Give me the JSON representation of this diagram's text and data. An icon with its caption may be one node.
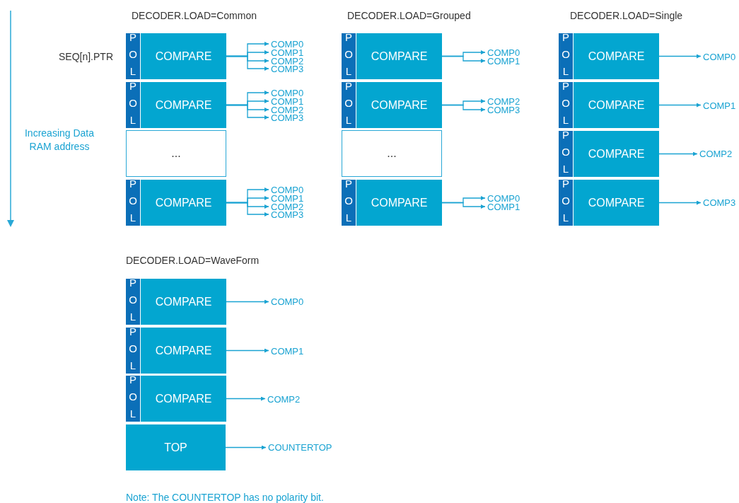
{
  "diagram": {
    "nodes": [
      {
        "text": [
          "POL"
        ]
      },
      {
        "text": [
          "COMPARE"
        ]
      },
      {
        "text": [
          "COMP0"
        ]
      },
      {
        "text": [
          "COMP1"
        ]
      },
      {
        "text": [
          "COMP2"
        ]
      },
      {
        "text": [
          "COMP3"
        ]
      },
      {
        "text": [
          "POL"
        ]
      },
      {
        "text": [
          "COMPARE"
        ]
      },
      {
        "text": [
          "COMP0"
        ]
      },
      {
        "text": [
          "COMP1"
        ]
      },
      {
        "text": [
          "COMP2"
        ]
      },
      {
        "text": [
          "COMP3"
        ]
      },
      {
        "text": [
          "..."
        ]
      },
      {
        "text": [
          "POL"
        ]
      },
      {
        "text": [
          "COMPARE"
        ]
      },
      {
        "text": [
          "COMP0"
        ]
      },
      {
        "text": [
          "COMP1"
        ]
      },
      {
        "text": [
          "COMP2"
        ]
      },
      {
        "text": [
          "COMP3"
        ]
      },
      {
        "text": [
          "POL"
        ]
      },
      {
        "text": [
          "COMPARE"
        ]
      },
      {
        "text": [
          "COMP0"
        ]
      },
      {
        "text": [
          "COMP1"
        ]
      },
      {
        "text": [
          "POL"
        ]
      },
      {
        "text": [
          "COMPARE"
        ]
      },
      {
        "text": [
          "COMP2"
        ]
      },
      {
        "text": [
          "COMP3"
        ]
      },
      {
        "text": [
          "..."
        ]
      },
      {
        "text": [
          "POL"
        ]
      },
      {
        "text": [
          "COMPARE"
        ]
      },
      {
        "text": [
          "COMP0"
        ]
      },
      {
        "text": [
          "COMP1"
        ]
      },
      {
        "text": [
          "POL"
        ]
      },
      {
        "text": [
          "COMPARE"
        ]
      },
      {
        "text": [
          "COMP0"
        ]
      },
      {
        "text": [
          "POL"
        ]
      },
      {
        "text": [
          "COMPARE"
        ]
      },
      {
        "text": [
          "COMP1"
        ]
      },
      {
        "text": [
          "POL"
        ]
      },
      {
        "text": [
          "COMPARE"
        ]
      },
      {
        "text": [
          "COMP2"
        ]
      },
      {
        "text": [
          "POL"
        ]
      },
      {
        "text": [
          "COMPARE"
        ]
      },
      {
        "text": [
          "COMP3"
        ]
      },
      {
        "text": [
          "POL"
        ]
      },
      {
        "text": [
          "COMPARE"
        ]
      },
      {
        "text": [
          "COMP0"
        ]
      },
      {
        "text": [
          "POL"
        ]
      },
      {
        "text": [
          "COMPARE"
        ]
      },
      {
        "text": [
          "COMP1"
        ]
      },
      {
        "text": [
          "POL"
        ]
      },
      {
        "text": [
          "COMPARE"
        ]
      },
      {
        "text": [
          "COMP2"
        ]
      },
      {
        "text": [
          "TOP"
        ]
      },
      {
        "text": [
          "COUNTERTOP"
        ]
      }
    ],
    "edges": [
      {
        "from": 1,
        "to": 2,
        "arrow": "to"
      },
      {
        "from": 1,
        "to": 3,
        "arrow": "to"
      },
      {
        "from": 1,
        "to": 4,
        "arrow": "to"
      },
      {
        "from": 1,
        "to": 5,
        "arrow": "to"
      },
      {
        "from": 7,
        "to": 8,
        "arrow": "to"
      },
      {
        "from": 7,
        "to": 9,
        "arrow": "to"
      },
      {
        "from": 7,
        "to": 10,
        "arrow": "to"
      },
      {
        "from": 7,
        "to": 11,
        "arrow": "to"
      },
      {
        "from": 14,
        "to": 15,
        "arrow": "to"
      },
      {
        "from": 14,
        "to": 16,
        "arrow": "to"
      },
      {
        "from": 14,
        "to": 17,
        "arrow": "to"
      },
      {
        "from": 14,
        "to": 18,
        "arrow": "to"
      },
      {
        "from": 20,
        "to": 21,
        "arrow": "to"
      },
      {
        "from": 20,
        "to": 22,
        "arrow": "to"
      },
      {
        "from": 24,
        "to": 25,
        "arrow": "to"
      },
      {
        "from": 24,
        "to": 26,
        "arrow": "to"
      },
      {
        "from": 29,
        "to": 30,
        "arrow": "to"
      },
      {
        "from": 29,
        "to": 31,
        "arrow": "to"
      },
      {
        "from": 33,
        "to": 34,
        "arrow": "to"
      },
      {
        "from": 36,
        "to": 37,
        "arrow": "to"
      },
      {
        "from": 39,
        "to": 40,
        "arrow": "to"
      },
      {
        "from": 42,
        "to": 43,
        "arrow": "to"
      },
      {
        "from": 45,
        "to": 46,
        "arrow": "to"
      },
      {
        "from": 48,
        "to": 49,
        "arrow": "to"
      },
      {
        "from": 51,
        "to": 52,
        "arrow": "to"
      },
      {
        "from": 53,
        "to": 54,
        "arrow": "to"
      }
    ],
    "labels": [
      "DECODER.LOAD=Common",
      "DECODER.LOAD=Grouped",
      "DECODER.LOAD=Single",
      "SEQ[n].PTR",
      "Increasing Data RAM address",
      "DECODER.LOAD=WaveForm",
      "Note: The COUNTERTOP has no polarity bit."
    ]
  }
}
